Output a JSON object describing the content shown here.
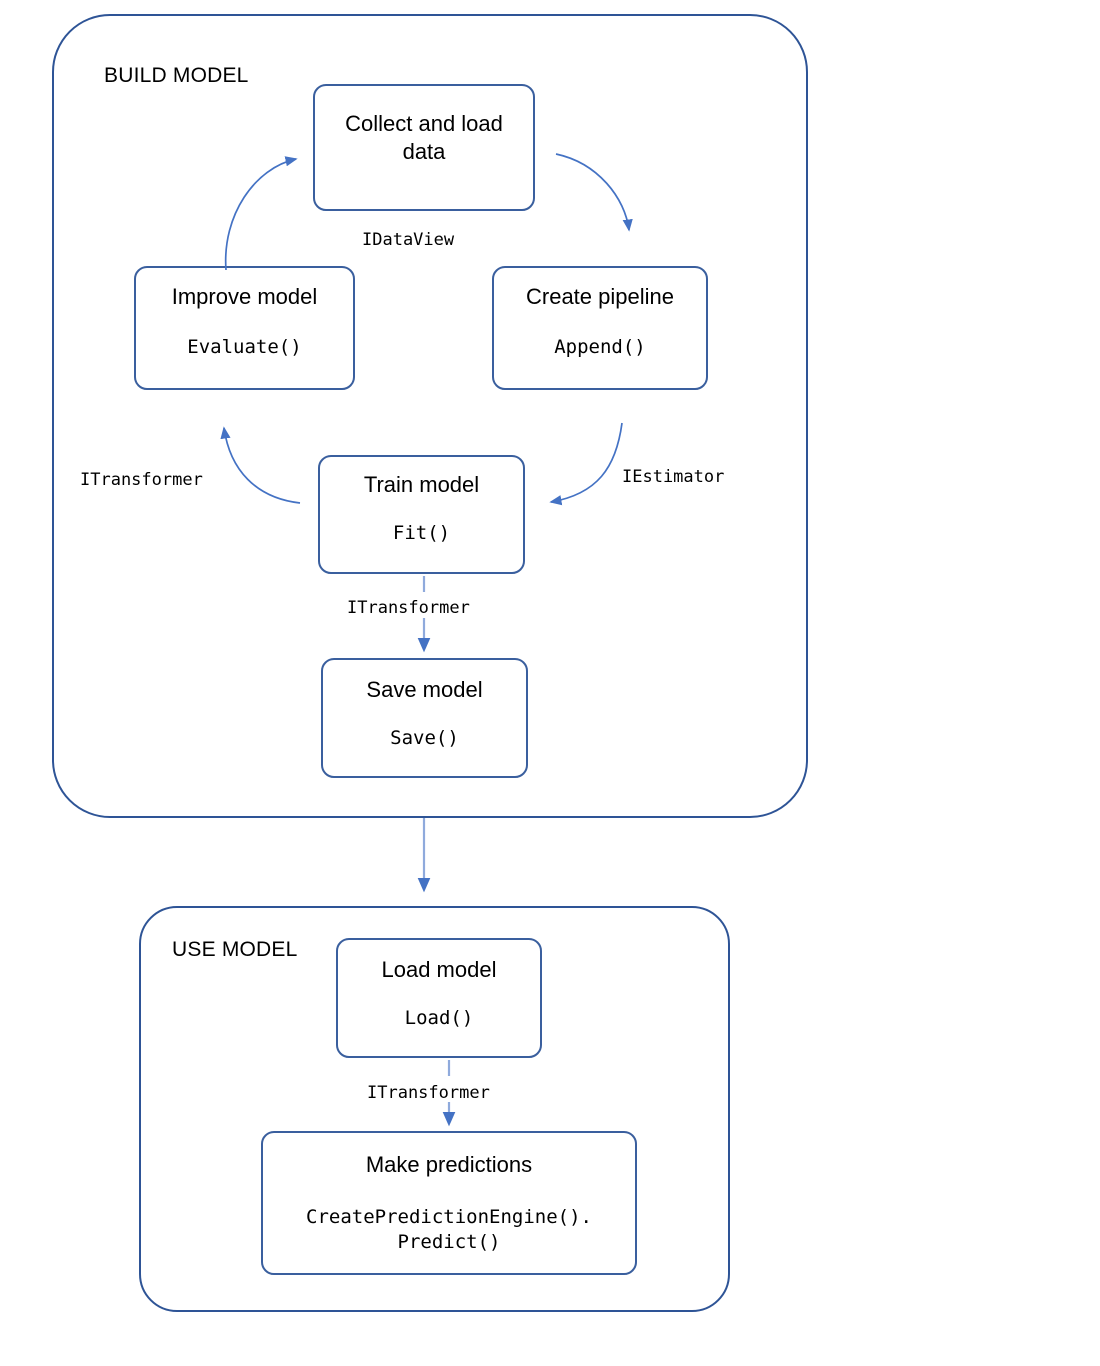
{
  "diagram": {
    "title": "Machine learning model build and use lifecycle",
    "accent_color": "#3a5f9e",
    "group_border_color": "#2e5496",
    "arrow_color": "#4472c4",
    "text_color": "#000000",
    "background": "#ffffff"
  },
  "groups": [
    {
      "id": "build",
      "label": "BUILD MODEL"
    },
    {
      "id": "use",
      "label": "USE MODEL"
    }
  ],
  "nodes": [
    {
      "id": "collect",
      "title": "Collect and load\ndata",
      "code": ""
    },
    {
      "id": "pipeline",
      "title": "Create pipeline",
      "code": "Append()"
    },
    {
      "id": "train",
      "title": "Train model",
      "code": "Fit()"
    },
    {
      "id": "improve",
      "title": "Improve model",
      "code": "Evaluate()"
    },
    {
      "id": "save",
      "title": "Save model",
      "code": "Save()"
    },
    {
      "id": "load",
      "title": "Load model",
      "code": "Load()"
    },
    {
      "id": "predict",
      "title": "Make predictions",
      "code": "CreatePredictionEngine().\nPredict()"
    }
  ],
  "edge_labels": [
    {
      "id": "idataview",
      "text": "IDataView"
    },
    {
      "id": "iestimator",
      "text": "IEstimator"
    },
    {
      "id": "itransformer-left",
      "text": "ITransformer"
    },
    {
      "id": "itransformer-save",
      "text": "ITransformer"
    },
    {
      "id": "itransformer-predict",
      "text": "ITransformer"
    }
  ]
}
